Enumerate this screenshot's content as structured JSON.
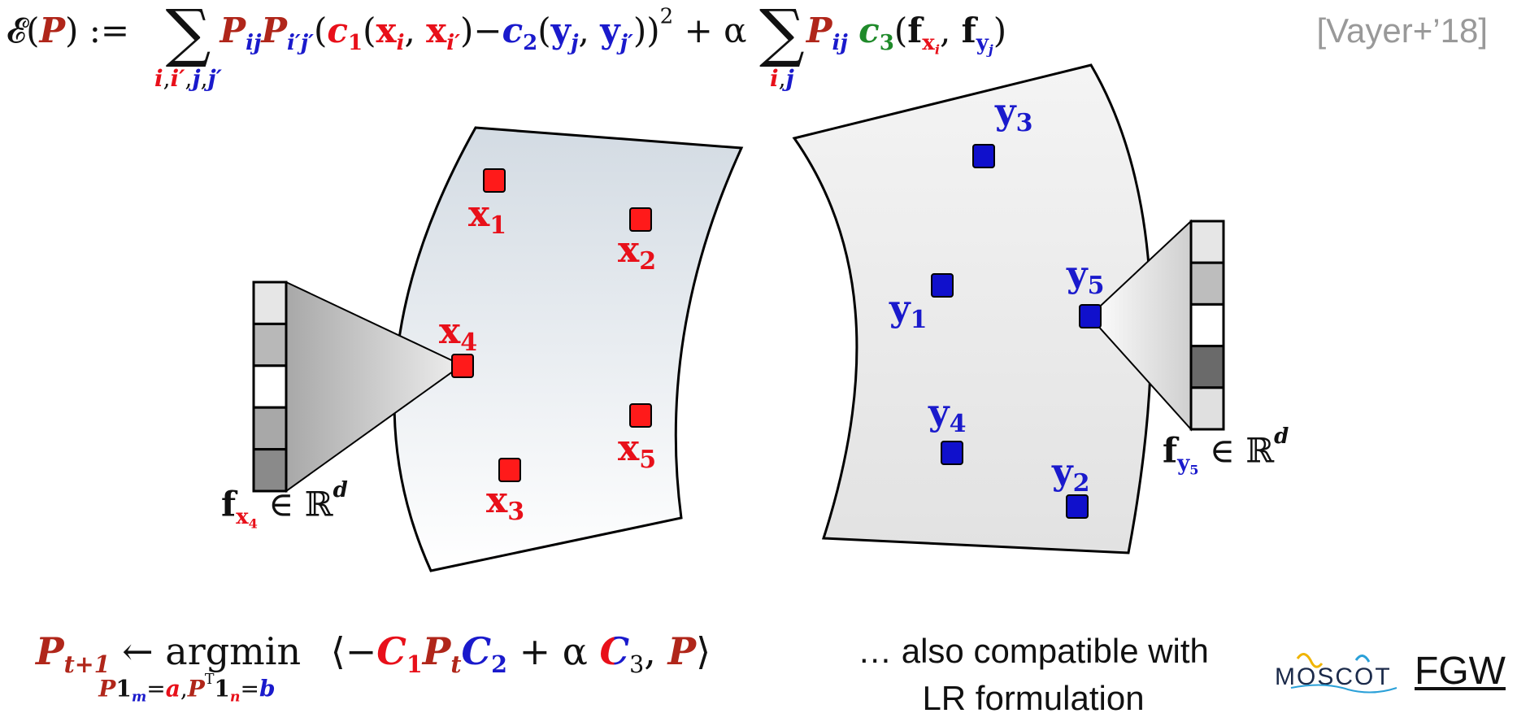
{
  "top_formula": {
    "lhs": "𝓔(",
    "P": "P",
    "rhs_open": ") :=",
    "sum_indices": {
      "i": "i",
      "ip": "i′",
      "j": "j",
      "jp": "j′"
    },
    "term1": {
      "Pij": "P",
      "ij": "ij",
      "Pipjp": "P",
      "ipjp": "i′j′",
      "c1": "c",
      "c1sub": "1",
      "x_i": "x",
      "i": "i",
      "x_ip": "x",
      "ip": "i′",
      "minus": "−",
      "c2": "c",
      "c2sub": "2",
      "y_j": "y",
      "j": "j",
      "y_jp": "y",
      "jp": "j′",
      "square": "2"
    },
    "plus_alpha": "+ α",
    "sum2_indices": {
      "i": "i",
      "j": "j"
    },
    "term2": {
      "Pij": "P",
      "ij": "ij",
      "c3": "c",
      "c3sub": "3",
      "f_x": "f",
      "x": "x",
      "xi": "i",
      "f_y": "f",
      "y": "y",
      "yj": "j"
    }
  },
  "citation": "[Vayer+’18]",
  "left_points": [
    {
      "name": "x",
      "sub": "1"
    },
    {
      "name": "x",
      "sub": "2"
    },
    {
      "name": "x",
      "sub": "3"
    },
    {
      "name": "x",
      "sub": "4"
    },
    {
      "name": "x",
      "sub": "5"
    }
  ],
  "right_points": [
    {
      "name": "y",
      "sub": "1"
    },
    {
      "name": "y",
      "sub": "2"
    },
    {
      "name": "y",
      "sub": "3"
    },
    {
      "name": "y",
      "sub": "4"
    },
    {
      "name": "y",
      "sub": "5"
    }
  ],
  "left_feature": {
    "f": "f",
    "x": "x",
    "sub": "4",
    "in": "∈ ℝ",
    "d": "d"
  },
  "right_feature": {
    "f": "f",
    "y": "y",
    "sub": "5",
    "in": "∈ ℝ",
    "d": "d"
  },
  "left_feature_shades": [
    "#e6e6e6",
    "#b8b8b8",
    "#ffffff",
    "#a8a8a8",
    "#8a8a8a"
  ],
  "right_feature_shades": [
    "#e6e6e6",
    "#bdbdbd",
    "#ffffff",
    "#6a6a6a",
    "#e0e0e0"
  ],
  "colors": {
    "source_point": "#ff1a1a",
    "target_point": "#1010cc",
    "source_text": "#e8101a",
    "target_text": "#1a1acc",
    "coupling": "#b0261a",
    "feature_cost": "#1f8a2a"
  },
  "bottom_formula": {
    "P": "P",
    "t1": "t+1",
    "arrow": "←",
    "argmin": "argmin",
    "constraint": {
      "P": "P",
      "one": "1",
      "m": "m",
      "eq": "=",
      "a": "a",
      "comma": ",",
      "PT": "P",
      "T": "T",
      "one2": "1",
      "n": "n",
      "eq2": "=",
      "b": "b"
    },
    "open": "⟨−",
    "C1": "C",
    "C1sub": "1",
    "Pt": "P",
    "tsub": "t",
    "C2": "C",
    "C2sub": "2",
    "plus_alpha": "+ α",
    "C3": "C",
    "C3sub": "3",
    "comma_P": ",",
    "P2": "P",
    "close": "⟩"
  },
  "note_line1": "… also compatible with",
  "note_line2": "LR formulation",
  "logo_text": "MOSCOT",
  "fgw": "FGW"
}
